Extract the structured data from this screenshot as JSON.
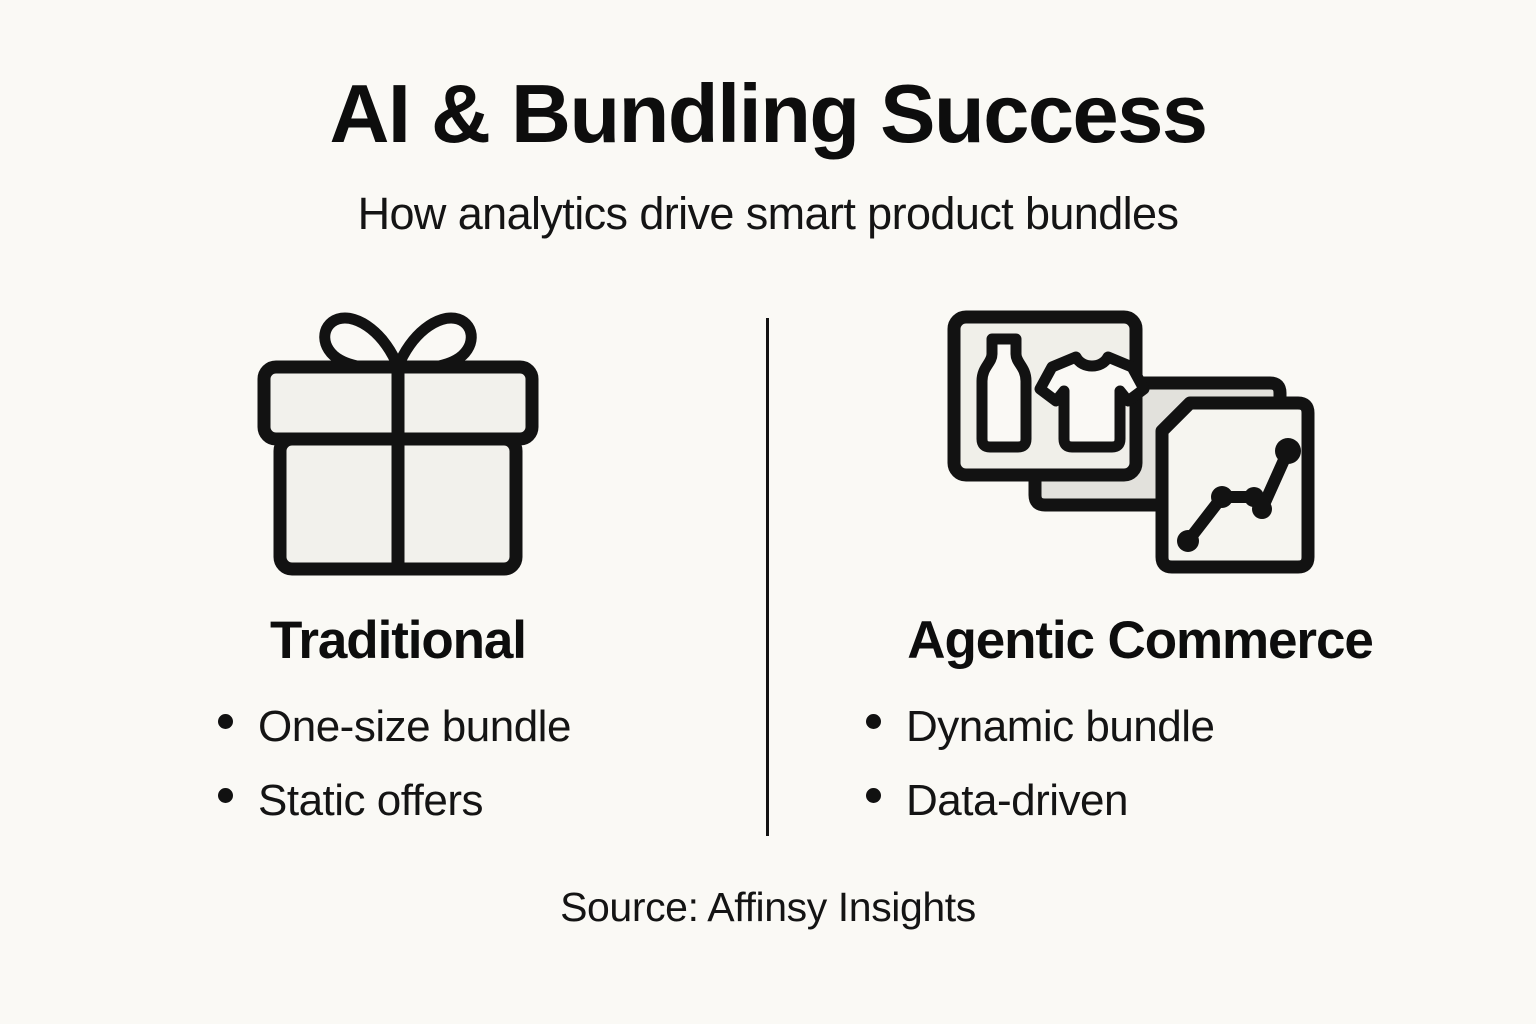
{
  "header": {
    "title": "AI & Bundling Success",
    "subtitle": "How analytics drive smart product bundles"
  },
  "columns": [
    {
      "id": "traditional",
      "heading": "Traditional",
      "icon": "gift-box-icon",
      "bullets": [
        "One-size bundle",
        "Static offers"
      ]
    },
    {
      "id": "agentic-commerce",
      "heading": "Agentic Commerce",
      "icon": "product-cards-analytics-icon",
      "bullets": [
        "Dynamic bundle",
        "Data-driven"
      ]
    }
  ],
  "footer": {
    "source": "Source: Affinsy Insights"
  },
  "colors": {
    "background": "#faf9f5",
    "ink": "#111111",
    "illustration_fill": "#f2f1ec",
    "illustration_fill_shade": "#e2e1dc",
    "divider": "#121212"
  }
}
